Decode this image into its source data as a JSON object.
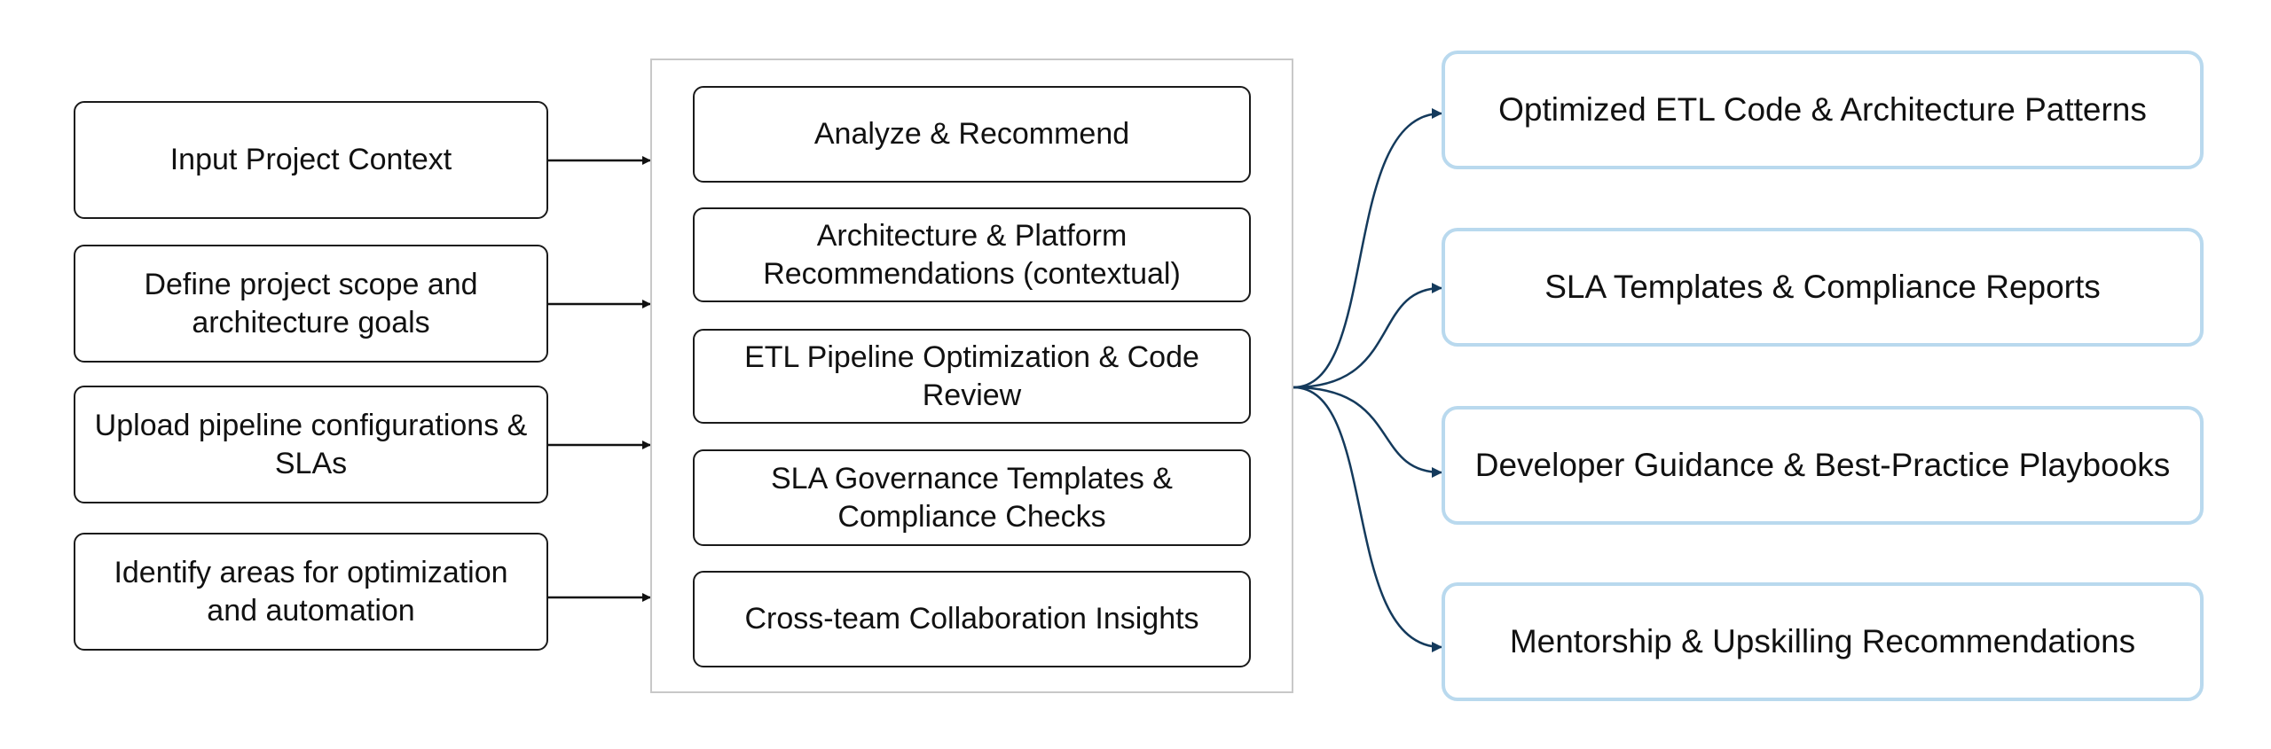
{
  "inputs": [
    {
      "label": "Input Project Context"
    },
    {
      "label": "Define project scope and architecture goals"
    },
    {
      "label": "Upload pipeline configurations & SLAs"
    },
    {
      "label": "Identify areas for optimization and automation"
    }
  ],
  "steps": [
    {
      "label": "Analyze & Recommend"
    },
    {
      "label": "Architecture & Platform Recommendations (contextual)"
    },
    {
      "label": "ETL Pipeline Optimization & Code Review"
    },
    {
      "label": "SLA Governance Templates & Compliance Checks"
    },
    {
      "label": "Cross-team Collaboration Insights"
    }
  ],
  "outputs": [
    {
      "label": "Optimized ETL Code & Architecture Patterns"
    },
    {
      "label": "SLA Templates & Compliance Reports"
    },
    {
      "label": "Developer Guidance & Best-Practice Playbooks"
    },
    {
      "label": "Mentorship & Upskilling Recommendations"
    }
  ],
  "colors": {
    "input_border": "#1a1a1a",
    "container_border": "#c8c8c8",
    "output_border": "#b9d9ee",
    "input_arrow": "#111111",
    "output_connector": "#143a5c"
  }
}
